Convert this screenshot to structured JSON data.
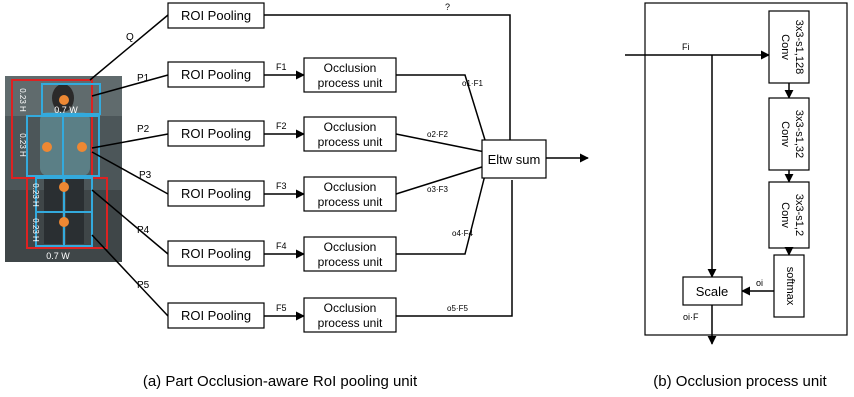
{
  "panel_a": {
    "caption": "(a) Part Occlusion-aware RoI pooling unit",
    "roi_label": "ROI Pooling",
    "occ_line1": "Occlusion",
    "occ_line2": "process unit",
    "eltw_label": "Eltw sum",
    "input_labels": [
      "Q",
      "P1",
      "P2",
      "P3",
      "P4",
      "P5"
    ],
    "feature_labels": [
      "F1",
      "F2",
      "F3",
      "F4",
      "F5"
    ],
    "weighted_labels": [
      "o1·F1",
      "o2·F2",
      "o3·F3",
      "o4·F4",
      "o5·F5"
    ],
    "top_output_label": "?",
    "photo_labels": {
      "top_width": "0.7 W",
      "bottom_width": "0.7 W",
      "side_top": "0.23 H",
      "side_mid": "0.23 H",
      "side_low": "0.23 H",
      "side_bottom": "0.23 H"
    }
  },
  "panel_b": {
    "caption": "(b) Occlusion process unit",
    "input_label": "Fi",
    "conv_title": "Conv",
    "conv_specs": [
      "3x3-s1,128",
      "3x3-s1,32",
      "3x3-s1,2"
    ],
    "softmax_label": "softmax",
    "scale_label": "Scale",
    "oi_label": "oi",
    "output_label": "oi·F"
  },
  "colors": {
    "region_box": "#33aadd",
    "body_box": "#dd2222",
    "keypoint": "#ee8833"
  }
}
